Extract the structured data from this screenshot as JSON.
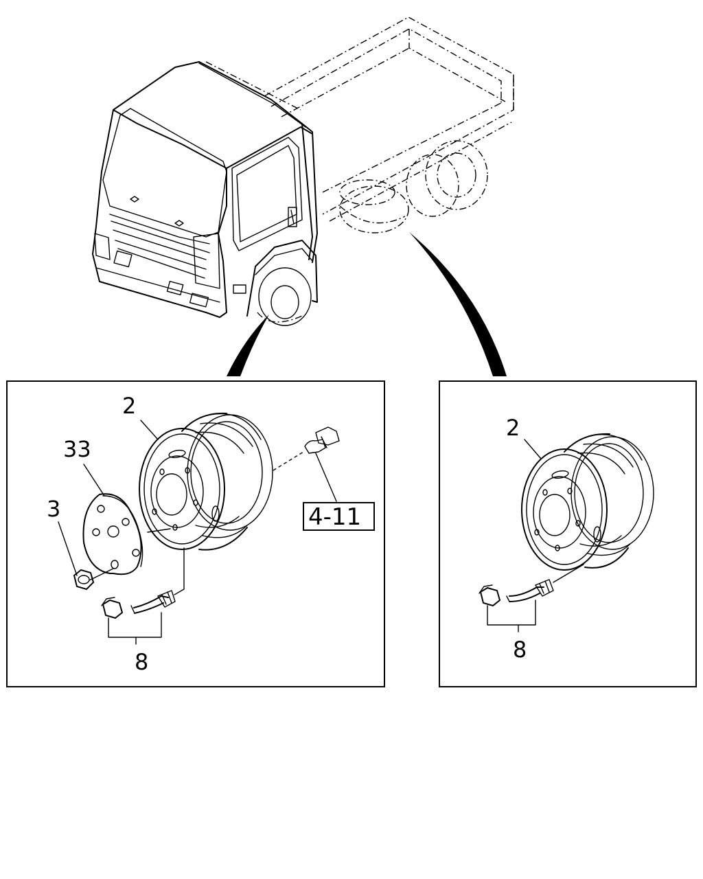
{
  "left_panel": {
    "labels": {
      "wheel_disc": "2",
      "hub_cap": "33",
      "nut": "3",
      "valve_nut_set": "8"
    },
    "reference": "4-11"
  },
  "right_panel": {
    "labels": {
      "wheel_disc": "2",
      "valve_nut_set": "8"
    }
  }
}
